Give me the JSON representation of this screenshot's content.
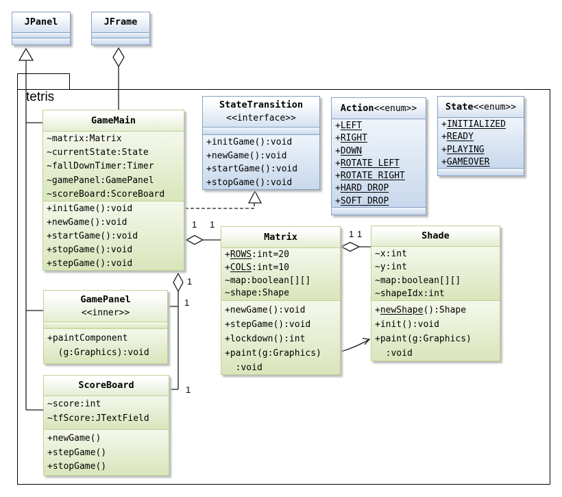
{
  "diagram": {
    "package_name": "tetris",
    "multiplicities": [
      "1",
      "1",
      "1",
      "1",
      "1",
      "1",
      "1"
    ],
    "colors": {
      "blue_border": "#86a0c6",
      "blue_fill": "#c8d8ec",
      "green_border": "#bdd293",
      "green_fill": "#d9e5bb",
      "line": "#000000",
      "background": "#ffffff"
    },
    "relationships": [
      {
        "type": "generalization",
        "from": "GameMain, GamePanel, ScoreBoard",
        "to": "JPanel"
      },
      {
        "type": "aggregation",
        "from": "JFrame",
        "to": "GameMain"
      },
      {
        "type": "realization",
        "from": "GameMain",
        "to": "StateTransition"
      },
      {
        "type": "aggregation",
        "from": "GameMain",
        "to": "Matrix",
        "labels": [
          "1",
          "1"
        ]
      },
      {
        "type": "aggregation",
        "from": "Matrix",
        "to": "Shade",
        "labels": [
          "1",
          "1"
        ]
      },
      {
        "type": "aggregation",
        "from": "GameMain",
        "to": "GamePanel, ScoreBoard",
        "labels": [
          "1",
          "1",
          "1"
        ]
      },
      {
        "type": "dependency-arrow",
        "from": "Matrix.paint",
        "to": "Shade.paint"
      }
    ]
  },
  "classes": {
    "jpanel": {
      "title": "JPanel"
    },
    "jframe": {
      "title": "JFrame"
    },
    "game_main": {
      "title": "GameMain",
      "attributes": [
        {
          "pre": "~",
          "name": "matrix:Matrix",
          "post": "",
          "u": false
        },
        {
          "pre": "~",
          "name": "currentState:State",
          "post": "",
          "u": false
        },
        {
          "pre": "~",
          "name": "fallDownTimer:Timer",
          "post": "",
          "u": false
        },
        {
          "pre": "~",
          "name": "gamePanel:GamePanel",
          "post": "",
          "u": false
        },
        {
          "pre": "~",
          "name": "scoreBoard:ScoreBoard",
          "post": "",
          "u": false
        }
      ],
      "methods": [
        {
          "pre": "+",
          "name": "initGame():void",
          "post": "",
          "u": false
        },
        {
          "pre": "+",
          "name": "newGame():void",
          "post": "",
          "u": false
        },
        {
          "pre": "+",
          "name": "startGame():void",
          "post": "",
          "u": false
        },
        {
          "pre": "+",
          "name": "stopGame():void",
          "post": "",
          "u": false
        },
        {
          "pre": "+",
          "name": "stepGame():void",
          "post": "",
          "u": false
        }
      ]
    },
    "state_transition": {
      "title": "StateTransition",
      "stereotype": "<<interface>>",
      "methods": [
        {
          "pre": "+",
          "name": "initGame():void",
          "post": "",
          "u": false
        },
        {
          "pre": "+",
          "name": "newGame():void",
          "post": "",
          "u": false
        },
        {
          "pre": "+",
          "name": "startGame():void",
          "post": "",
          "u": false
        },
        {
          "pre": "+",
          "name": "stopGame():void",
          "post": "",
          "u": false
        }
      ]
    },
    "action": {
      "title": "Action",
      "stereotype": "<<enum>>",
      "attributes": [
        {
          "pre": "+",
          "name": "LEFT",
          "post": "",
          "u": true
        },
        {
          "pre": "+",
          "name": "RIGHT",
          "post": "",
          "u": true
        },
        {
          "pre": "+",
          "name": "DOWN",
          "post": "",
          "u": true
        },
        {
          "pre": "+",
          "name": "ROTATE_LEFT",
          "post": "",
          "u": true
        },
        {
          "pre": "+",
          "name": "ROTATE_RIGHT",
          "post": "",
          "u": true
        },
        {
          "pre": "+",
          "name": "HARD_DROP",
          "post": "",
          "u": true
        },
        {
          "pre": "+",
          "name": "SOFT_DROP",
          "post": "",
          "u": true
        }
      ]
    },
    "state": {
      "title": "State",
      "stereotype": "<<enum>>",
      "attributes": [
        {
          "pre": "+",
          "name": "INITIALIZED",
          "post": "",
          "u": true
        },
        {
          "pre": "+",
          "name": "READY",
          "post": "",
          "u": true
        },
        {
          "pre": "+",
          "name": "PLAYING",
          "post": "",
          "u": true
        },
        {
          "pre": "+",
          "name": "GAMEOVER",
          "post": "",
          "u": true
        }
      ]
    },
    "matrix": {
      "title": "Matrix",
      "attributes": [
        {
          "pre": "+",
          "name": "ROWS",
          "post": ":int=20",
          "u": true
        },
        {
          "pre": "+",
          "name": "COLS",
          "post": ":int=10",
          "u": true
        },
        {
          "pre": "~",
          "name": "map:boolean[][]",
          "post": "",
          "u": false
        },
        {
          "pre": "~",
          "name": "shape:Shape",
          "post": "",
          "u": false
        }
      ],
      "methods": [
        {
          "pre": "+",
          "name": "newGame():void",
          "post": "",
          "u": false
        },
        {
          "pre": "+",
          "name": "stepGame():void",
          "post": "",
          "u": false
        },
        {
          "pre": "+",
          "name": "lockdown():int",
          "post": "",
          "u": false
        },
        {
          "pre": "+",
          "name": "paint(g:Graphics)",
          "post": "",
          "u": false
        },
        {
          "pre": "",
          "name": "",
          "post": "  :void",
          "u": false
        }
      ]
    },
    "shade": {
      "title": "Shade",
      "attributes": [
        {
          "pre": "~",
          "name": "x:int",
          "post": "",
          "u": false
        },
        {
          "pre": "~",
          "name": "y:int",
          "post": "",
          "u": false
        },
        {
          "pre": "~",
          "name": "map:boolean[][]",
          "post": "",
          "u": false
        },
        {
          "pre": "~",
          "name": "shapeIdx:int",
          "post": "",
          "u": false
        }
      ],
      "methods": [
        {
          "pre": "+",
          "name": "newShape",
          "post": "():Shape",
          "u": true
        },
        {
          "pre": "+",
          "name": "init():void",
          "post": "",
          "u": false
        },
        {
          "pre": "+",
          "name": "paint(g:Graphics)",
          "post": "",
          "u": false
        },
        {
          "pre": "",
          "name": "",
          "post": "  :void",
          "u": false
        }
      ]
    },
    "game_panel": {
      "title": "GamePanel",
      "stereotype": "<<inner>>",
      "methods": [
        {
          "pre": "+",
          "name": "paintComponent",
          "post": "",
          "u": false
        },
        {
          "pre": "",
          "name": "",
          "post": "  (g:Graphics):void",
          "u": false
        }
      ]
    },
    "score_board": {
      "title": "ScoreBoard",
      "attributes": [
        {
          "pre": "~",
          "name": "score:int",
          "post": "",
          "u": false
        },
        {
          "pre": "~",
          "name": "tfScore:JTextField",
          "post": "",
          "u": false
        }
      ],
      "methods": [
        {
          "pre": "+",
          "name": "newGame()",
          "post": "",
          "u": false
        },
        {
          "pre": "+",
          "name": "stepGame()",
          "post": "",
          "u": false
        },
        {
          "pre": "+",
          "name": "stopGame()",
          "post": "",
          "u": false
        }
      ]
    }
  }
}
